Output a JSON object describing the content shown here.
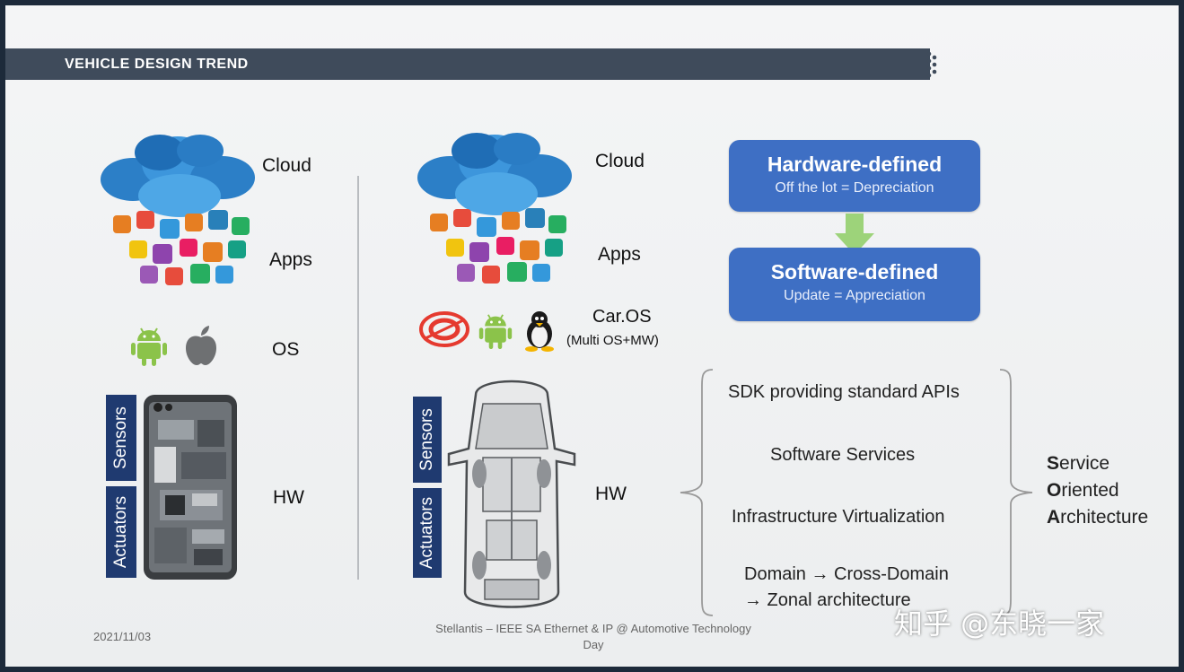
{
  "header": {
    "title": "VEHICLE DESIGN TREND"
  },
  "left": {
    "cloud": "Cloud",
    "apps": "Apps",
    "os": "OS",
    "hw": "HW",
    "sensors": "Sensors",
    "actuators": "Actuators"
  },
  "right": {
    "cloud": "Cloud",
    "apps": "Apps",
    "caros": "Car.OS",
    "caros_sub": "(Multi OS+MW)",
    "hw": "HW",
    "sensors": "Sensors",
    "actuators": "Actuators"
  },
  "hardware_box": {
    "title": "Hardware-defined",
    "subtitle": "Off the lot = Depreciation"
  },
  "software_box": {
    "title": "Software-defined",
    "subtitle": "Update = Appreciation"
  },
  "layers": [
    "SDK providing standard APIs",
    "Software Services",
    "Infrastructure Virtualization",
    "Domain → Cross-Domain",
    "→ Zonal architecture"
  ],
  "soa": {
    "l1": "S",
    "r1": "ervice",
    "l2": "O",
    "r2": "riented",
    "l3": "A",
    "r3": "rchitecture"
  },
  "footer": {
    "date": "2021/11/03",
    "center_line1": "Stellantis – IEEE SA Ethernet & IP @ Automotive Technology",
    "center_line2": "Day"
  },
  "watermark": "知乎 @东晓一家",
  "colors": {
    "title_bar": "#3f4b5b",
    "blue_box": "#3e6fc4",
    "vertical_box": "#1f3a70",
    "arrow": "#9dd37a"
  }
}
